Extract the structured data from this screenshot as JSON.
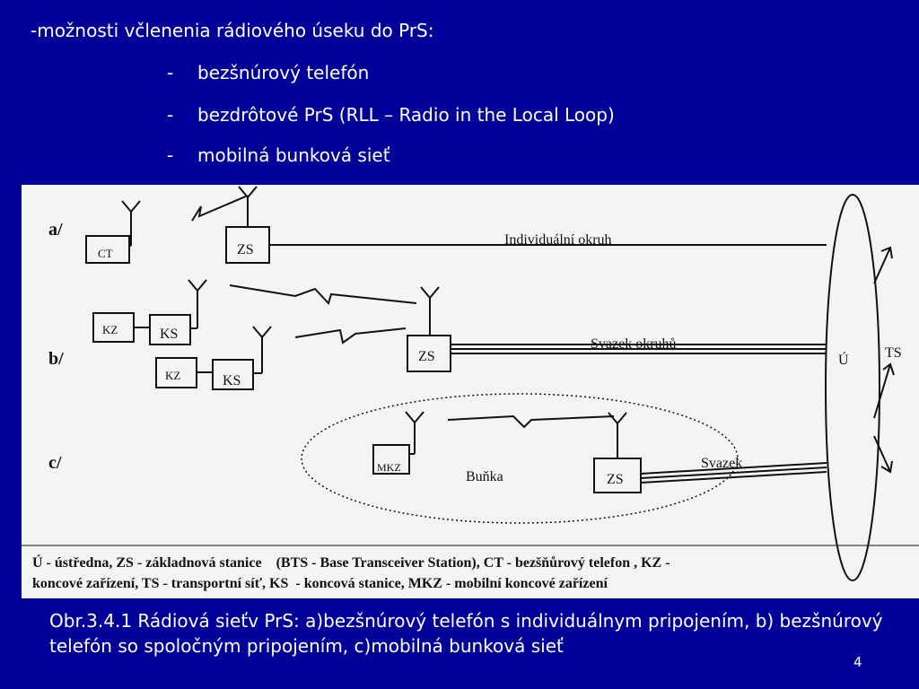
{
  "heading": "-možnosti včlenenia rádiového úseku do PrS:",
  "bullets": [
    {
      "dash": "-",
      "text": "bezšnúrový telefón"
    },
    {
      "dash": "-",
      "text": "bezdrôtové PrS (RLL – Radio in the Local Loop)"
    },
    {
      "dash": "-",
      "text": "mobilná bunková sieť"
    }
  ],
  "figure": {
    "labels": {
      "a": "a/",
      "b": "b/",
      "c": "c/",
      "ct": "CT",
      "zs": "ZS",
      "kz": "KZ",
      "ks": "KS",
      "mkz": "MKZ",
      "individual": "Individuální okruh",
      "svazek_okruhu": "Svazek okruhů",
      "svazek": "Svazek",
      "bunka": "Buňka",
      "u": "Ú",
      "ts": "TS"
    },
    "legend": [
      "Ú - ústředna, ZS - základnová stanice    (BTS - Base Transceiver Station), CT - bezšňůrový telefon , KZ -",
      "koncové zařízení, TS - transportní síť, KS  - koncová stanice, MKZ - mobilní koncové zařízení"
    ]
  },
  "caption": "Obr.3.4.1 Rádiová sieťv PrS: a)bezšnúrový telefón s individuálnym pripojením, b) bezšnúrový telefón so spoločným pripojením, c)mobilná bunková sieť",
  "page_number": "4",
  "colors": {
    "background": "#000099",
    "text": "#ffffff",
    "figure_bg": "#f4f4f2"
  }
}
